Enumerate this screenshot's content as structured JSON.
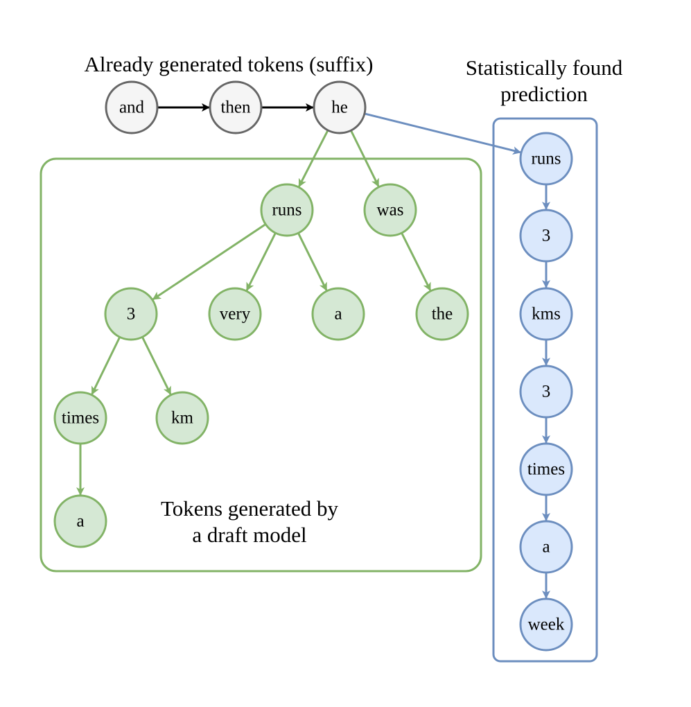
{
  "captions": {
    "suffix": "Already generated tokens (suffix)",
    "prediction_line1": "Statistically found",
    "prediction_line2": "prediction",
    "draft_line1": "Tokens generated by",
    "draft_line2": "a draft model"
  },
  "colors": {
    "suffix_fill": "#f5f5f5",
    "suffix_stroke": "#666666",
    "draft_fill": "#d5e8d4",
    "draft_stroke": "#82b366",
    "prediction_fill": "#dae8fc",
    "prediction_stroke": "#6c8ebf",
    "black_arrow": "#000000"
  },
  "suffix_tokens": [
    {
      "id": "and",
      "label": "and"
    },
    {
      "id": "then",
      "label": "then"
    },
    {
      "id": "he",
      "label": "he"
    }
  ],
  "draft_tree": [
    {
      "id": "runs",
      "label": "runs",
      "parent": "he"
    },
    {
      "id": "was",
      "label": "was",
      "parent": "he"
    },
    {
      "id": "three",
      "label": "3",
      "parent": "runs"
    },
    {
      "id": "very",
      "label": "very",
      "parent": "runs"
    },
    {
      "id": "a1",
      "label": "a",
      "parent": "runs"
    },
    {
      "id": "the",
      "label": "the",
      "parent": "was"
    },
    {
      "id": "times",
      "label": "times",
      "parent": "three"
    },
    {
      "id": "km",
      "label": "km",
      "parent": "three"
    },
    {
      "id": "a2",
      "label": "a",
      "parent": "times"
    }
  ],
  "prediction_chain": [
    {
      "id": "p1",
      "label": "runs"
    },
    {
      "id": "p2",
      "label": "3"
    },
    {
      "id": "p3",
      "label": "kms"
    },
    {
      "id": "p4",
      "label": "3"
    },
    {
      "id": "p5",
      "label": "times"
    },
    {
      "id": "p6",
      "label": "a"
    },
    {
      "id": "p7",
      "label": "week"
    }
  ]
}
